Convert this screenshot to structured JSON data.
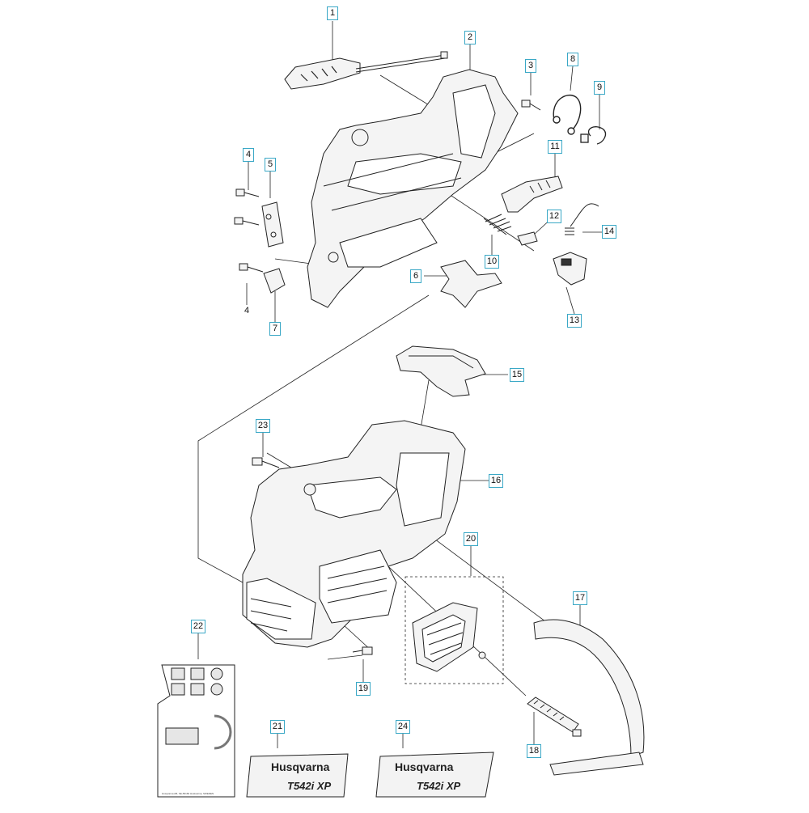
{
  "callouts": [
    {
      "id": "c1",
      "label": "1"
    },
    {
      "id": "c2",
      "label": "2"
    },
    {
      "id": "c3",
      "label": "3"
    },
    {
      "id": "c4",
      "label": "4"
    },
    {
      "id": "c5",
      "label": "5"
    },
    {
      "id": "c6",
      "label": "6"
    },
    {
      "id": "c7",
      "label": "7"
    },
    {
      "id": "c8",
      "label": "8"
    },
    {
      "id": "c9",
      "label": "9"
    },
    {
      "id": "c10",
      "label": "10"
    },
    {
      "id": "c11",
      "label": "11"
    },
    {
      "id": "c12",
      "label": "12"
    },
    {
      "id": "c13",
      "label": "13"
    },
    {
      "id": "c14",
      "label": "14"
    },
    {
      "id": "c15",
      "label": "15"
    },
    {
      "id": "c16",
      "label": "16"
    },
    {
      "id": "c17",
      "label": "17"
    },
    {
      "id": "c18",
      "label": "18"
    },
    {
      "id": "c19",
      "label": "19"
    },
    {
      "id": "c20",
      "label": "20"
    },
    {
      "id": "c21",
      "label": "21"
    },
    {
      "id": "c22",
      "label": "22"
    },
    {
      "id": "c23",
      "label": "23"
    },
    {
      "id": "c24",
      "label": "24"
    }
  ],
  "extra_label_4": "4",
  "decal_21": {
    "brand": "Husqvarna",
    "model": "T542i XP"
  },
  "decal_24": {
    "brand": "Husqvarna",
    "model": "T542i XP"
  },
  "decal_22": {
    "footer_text": "Husqvarna AB, SE-56182 Huskvarna, SWEDEN"
  },
  "colors": {
    "callout_border": "#3aa8c6",
    "line": "#222222",
    "part_fill": "#f4f4f4",
    "shade": "#cfcfcf"
  }
}
